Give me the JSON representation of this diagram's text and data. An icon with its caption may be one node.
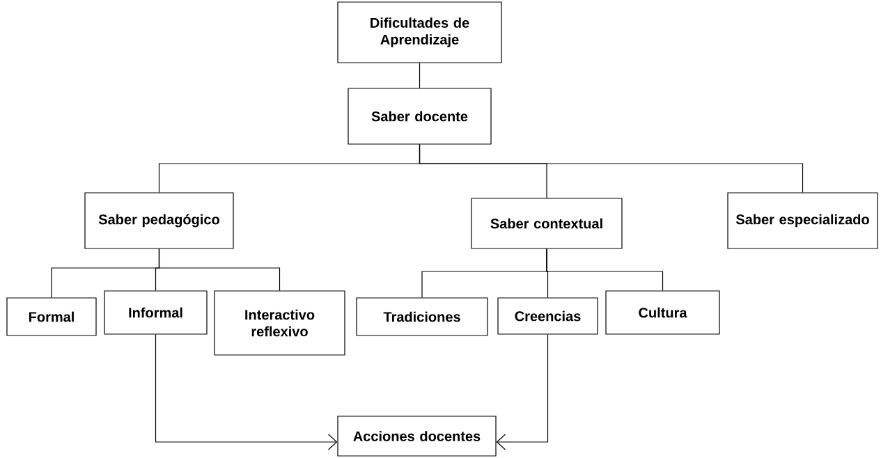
{
  "diagram": {
    "nodes": [
      {
        "text": [
          "Dificultades de Aprendizaje"
        ]
      },
      {
        "text": [
          "Saber docente"
        ]
      },
      {
        "text": [
          "Saber pedagógico"
        ]
      },
      {
        "text": [
          "Saber contextual"
        ]
      },
      {
        "text": [
          "Saber especializado"
        ]
      },
      {
        "text": [
          "Formal"
        ]
      },
      {
        "text": [
          "Informal"
        ]
      },
      {
        "text": [
          "Interactivo reflexivo"
        ]
      },
      {
        "text": [
          "Tradiciones"
        ]
      },
      {
        "text": [
          "Creencias"
        ]
      },
      {
        "text": [
          "Cultura"
        ]
      },
      {
        "text": [
          "Acciones docentes"
        ]
      }
    ],
    "edges": [
      {
        "from": 0,
        "to": 1,
        "arrow": "none"
      },
      {
        "from": 1,
        "to": 2,
        "arrow": "none"
      },
      {
        "from": 1,
        "to": 3,
        "arrow": "none"
      },
      {
        "from": 1,
        "to": 4,
        "arrow": "none"
      },
      {
        "from": 2,
        "to": 5,
        "arrow": "none"
      },
      {
        "from": 2,
        "to": 6,
        "arrow": "none"
      },
      {
        "from": 2,
        "to": 7,
        "arrow": "none"
      },
      {
        "from": 3,
        "to": 8,
        "arrow": "none"
      },
      {
        "from": 3,
        "to": 9,
        "arrow": "none"
      },
      {
        "from": 3,
        "to": 10,
        "arrow": "none"
      },
      {
        "from": 6,
        "to": 11,
        "arrow": "to"
      },
      {
        "from": 9,
        "to": 11,
        "arrow": "to"
      }
    ]
  }
}
